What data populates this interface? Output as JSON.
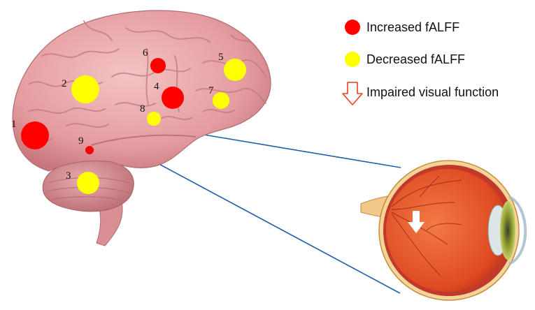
{
  "legend": {
    "increased": {
      "label": "Increased fALFF",
      "color": "#ff0000"
    },
    "decreased": {
      "label": "Decreased fALFF",
      "color": "#ffff00"
    },
    "impaired": {
      "label": "Impaired visual function",
      "color": "#e8411c"
    }
  },
  "regions": [
    {
      "label": "1",
      "type": "increased"
    },
    {
      "label": "2",
      "type": "decreased"
    },
    {
      "label": "3",
      "type": "decreased"
    },
    {
      "label": "4",
      "type": "increased"
    },
    {
      "label": "5",
      "type": "decreased"
    },
    {
      "label": "6",
      "type": "increased"
    },
    {
      "label": "7",
      "type": "decreased"
    },
    {
      "label": "8",
      "type": "decreased"
    },
    {
      "label": "9",
      "type": "increased"
    }
  ],
  "colors": {
    "brain": "#e7a3a5",
    "brain_shadow": "#c27479",
    "eye": "#e8572c",
    "connector": "#1f5fa8"
  }
}
